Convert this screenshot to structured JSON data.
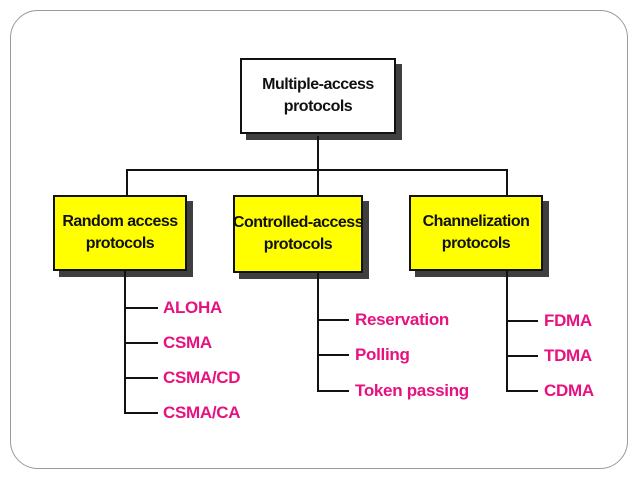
{
  "diagram": {
    "root": {
      "line1": "Multiple-access",
      "line2": "protocols"
    },
    "branches": [
      {
        "line1": "Random access",
        "line2": "protocols",
        "items": [
          "ALOHA",
          "CSMA",
          "CSMA/CD",
          "CSMA/CA"
        ]
      },
      {
        "line1": "Controlled-access",
        "line2": "protocols",
        "items": [
          "Reservation",
          "Polling",
          "Token passing"
        ]
      },
      {
        "line1": "Channelization",
        "line2": "protocols",
        "items": [
          "FDMA",
          "TDMA",
          "CDMA"
        ]
      }
    ]
  },
  "colors": {
    "background": "#ffffff",
    "slide_border": "#9a9a9a",
    "root_fill": "#ffffff",
    "branch_fill": "#ffff00",
    "box_border": "#121212",
    "box_shadow": "#3f3f3f",
    "connector": "#121212",
    "box_text": "#111111",
    "item_text": "#e7117f"
  }
}
